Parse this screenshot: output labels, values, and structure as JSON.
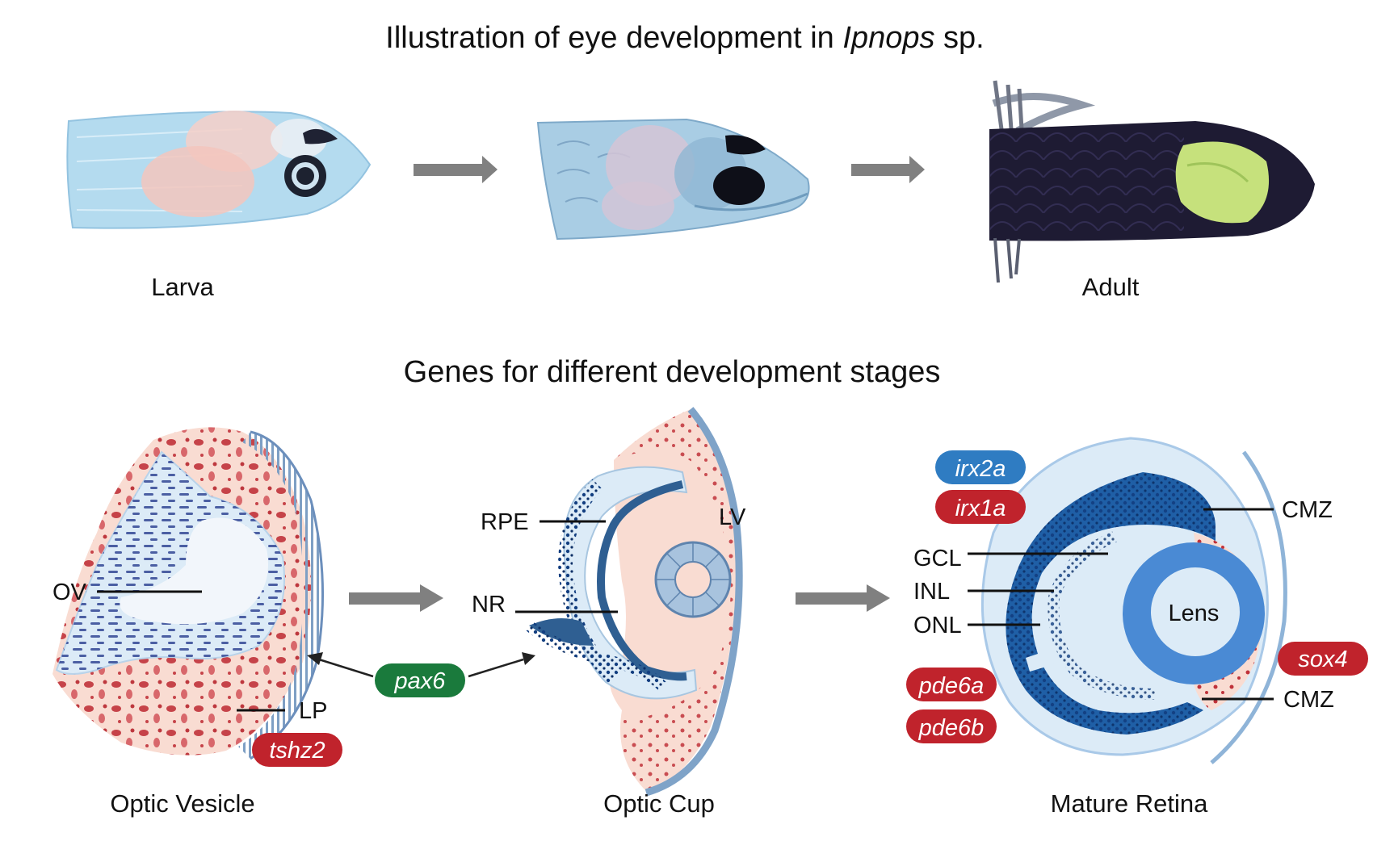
{
  "title_top": {
    "prefix": "Illustration of eye development in ",
    "genus": "Ipnops",
    "suffix": " sp."
  },
  "title_bottom": "Genes for different development stages",
  "stages_top": {
    "larva": "Larva",
    "adult": "Adult"
  },
  "stages_bottom": {
    "optic_vesicle": "Optic Vesicle",
    "optic_cup": "Optic Cup",
    "mature_retina": "Mature Retina"
  },
  "labels": {
    "ov": "OV",
    "lp": "LP",
    "rpe": "RPE",
    "lv": "LV",
    "nr": "NR",
    "gcl": "GCL",
    "inl": "INL",
    "onl": "ONL",
    "lens": "Lens",
    "cmz_top": "CMZ",
    "cmz_bottom": "CMZ"
  },
  "genes": {
    "tshz2": "tshz2",
    "pax6": "pax6",
    "irx2a": "irx2a",
    "irx1a": "irx1a",
    "pde6a": "pde6a",
    "pde6b": "pde6b",
    "sox4": "sox4"
  },
  "colors": {
    "red_gene": "#c0232c",
    "green_gene": "#1a7a3c",
    "blue_gene": "#2f7cc2",
    "arrow": "#808080",
    "retina_blue": "#1f5fa6",
    "lens": "#4a8ad4",
    "pink_tissue": "#f8d9cf",
    "pale_blue": "#dcebf7",
    "larva": "#a9d3ec",
    "adult": "#1e1b33",
    "adult_eye": "#c5e17a"
  }
}
